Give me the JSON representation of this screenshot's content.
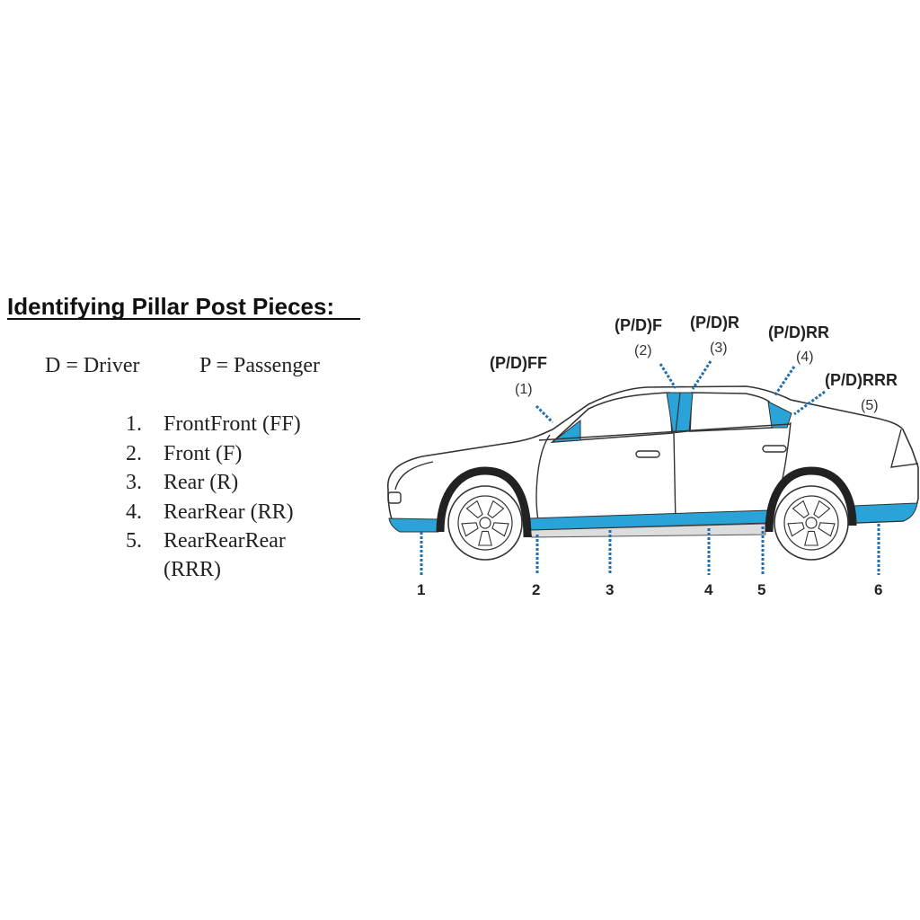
{
  "heading": "Identifying Pillar Post Pieces:",
  "legend": {
    "driver": "D = Driver",
    "passenger": "P = Passenger"
  },
  "list": [
    {
      "num": "1.",
      "text": "FrontFront (FF)"
    },
    {
      "num": "2.",
      "text": "Front (F)"
    },
    {
      "num": "3.",
      "text": "Rear (R)"
    },
    {
      "num": "4.",
      "text": "RearRear (RR)"
    },
    {
      "num": "5.",
      "text": "RearRearRear"
    }
  ],
  "list_continuation": "(RRR)",
  "pillar_labels": [
    {
      "code": "(P/D)FF",
      "num": "(1)"
    },
    {
      "code": "(P/D)F",
      "num": "(2)"
    },
    {
      "code": "(P/D)R",
      "num": "(3)"
    },
    {
      "code": "(P/D)RR",
      "num": "(4)"
    },
    {
      "code": "(P/D)RRR",
      "num": "(5)"
    }
  ],
  "rocker_labels": [
    "1",
    "2",
    "3",
    "4",
    "5",
    "6"
  ],
  "colors": {
    "highlight": "#2aa4d8",
    "leader": "#1f6fb0"
  }
}
